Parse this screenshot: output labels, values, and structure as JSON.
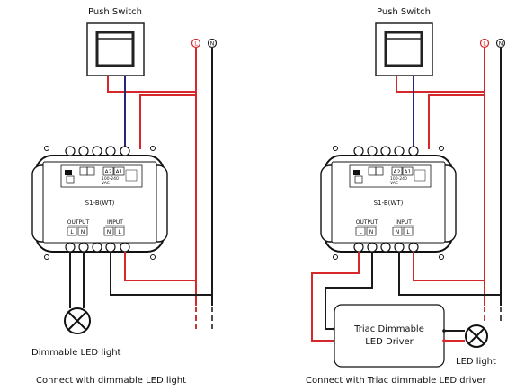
{
  "left": {
    "switch_title": "Push Switch",
    "model": "S1-B(WT)",
    "output_label": "OUTPUT",
    "input_label": "INPUT",
    "term_L": "L",
    "term_N": "N",
    "term_A2": "A2",
    "term_A1": "A1",
    "ac_label": "100-240\nVAC",
    "load_label": "Dimmable LED light",
    "caption": "Connect with dimmable LED light"
  },
  "right": {
    "switch_title": "Push Switch",
    "model": "S1-B(WT)",
    "output_label": "OUTPUT",
    "input_label": "INPUT",
    "term_L": "L",
    "term_N": "N",
    "term_A2": "A2",
    "term_A1": "A1",
    "driver_line1": "Triac Dimmable",
    "driver_line2": "LED Driver",
    "load_label": "LED light",
    "caption": "Connect with Triac dimmable LED driver"
  },
  "bus": {
    "live": "L",
    "neutral": "N"
  },
  "colors": {
    "live": "#d6282a",
    "neutral": "#1a1a1a",
    "switch_wire": "#26277a"
  }
}
